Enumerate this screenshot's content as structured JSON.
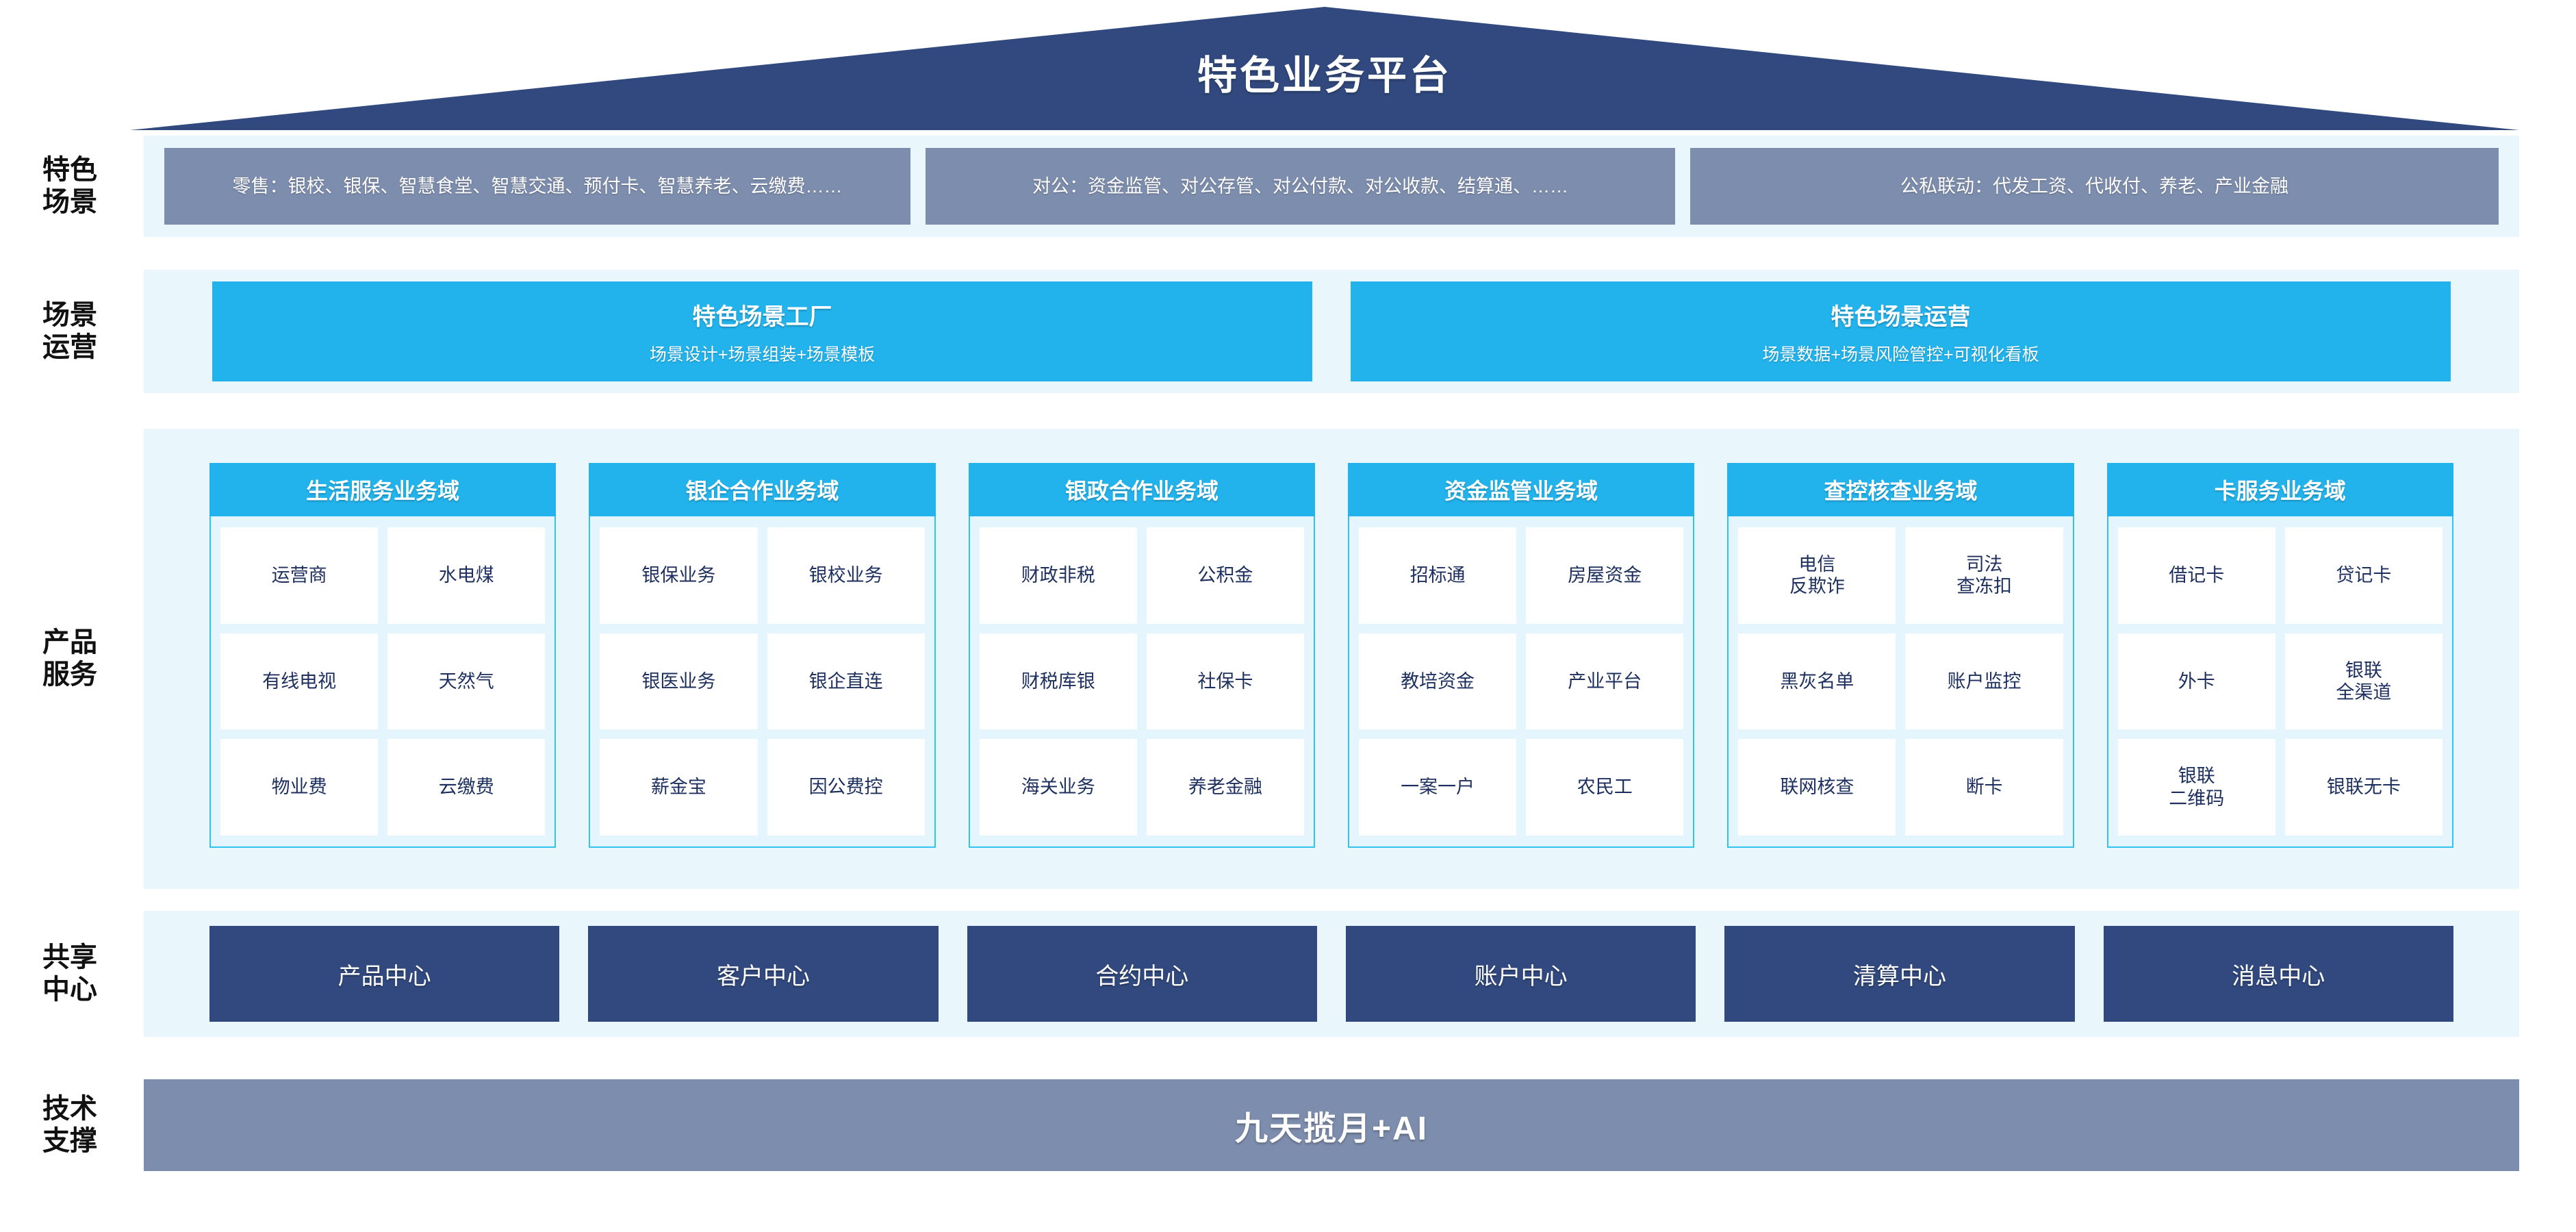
{
  "header": {
    "title": "特色业务平台",
    "roof_color": "#31497e"
  },
  "row_labels": {
    "scene": "特色\n场景",
    "operation": "场景\n运营",
    "product": "产品\n服务",
    "shared_center": "共享\n中心",
    "tech": "技术\n支撑"
  },
  "scenes": {
    "boxes": [
      {
        "text": "零售：银校、银保、智慧食堂、智慧交通、预付卡、智慧养老、云缴费……"
      },
      {
        "text": "对公：资金监管、对公存管、对公付款、对公收款、结算通、……"
      },
      {
        "text": "公私联动：代发工资、代收付、养老、产业金融"
      }
    ],
    "box_color": "#7d8dad"
  },
  "operations": {
    "boxes": [
      {
        "title": "特色场景工厂",
        "subtitle": "场景设计+场景组装+场景模板"
      },
      {
        "title": "特色场景运营",
        "subtitle": "场景数据+场景风险管控+可视化看板"
      }
    ],
    "box_color": "#22b3ec"
  },
  "product_domains": [
    {
      "title": "生活服务业务域",
      "rows": [
        [
          "运营商",
          "水电煤"
        ],
        [
          "有线电视",
          "天然气"
        ],
        [
          "物业费",
          "云缴费"
        ]
      ]
    },
    {
      "title": "银企合作业务域",
      "rows": [
        [
          "银保业务",
          "银校业务"
        ],
        [
          "银医业务",
          "银企直连"
        ],
        [
          "薪金宝",
          "因公费控"
        ]
      ]
    },
    {
      "title": "银政合作业务域",
      "rows": [
        [
          "财政非税",
          "公积金"
        ],
        [
          "财税库银",
          "社保卡"
        ],
        [
          "海关业务",
          "养老金融"
        ]
      ]
    },
    {
      "title": "资金监管业务域",
      "rows": [
        [
          "招标通",
          "房屋资金"
        ],
        [
          "教培资金",
          "产业平台"
        ],
        [
          "一案一户",
          "农民工"
        ]
      ]
    },
    {
      "title": "查控核查业务域",
      "rows": [
        [
          "电信\n反欺诈",
          "司法\n查冻扣"
        ],
        [
          "黑灰名单",
          "账户监控"
        ],
        [
          "联网核查",
          "断卡"
        ]
      ]
    },
    {
      "title": "卡服务业务域",
      "rows": [
        [
          "借记卡",
          "贷记卡"
        ],
        [
          "外卡",
          "银联\n全渠道"
        ],
        [
          "银联\n二维码",
          "银联无卡"
        ]
      ]
    }
  ],
  "shared_centers": {
    "boxes": [
      "产品中心",
      "客户中心",
      "合约中心",
      "账户中心",
      "清算中心",
      "消息中心"
    ],
    "box_color": "#31497e"
  },
  "tech_support": {
    "label": "九天揽月+AI",
    "box_color": "#7d8dad"
  },
  "palette": {
    "band_background": "#e9f7fd",
    "cyan": "#22b3ec",
    "navy": "#31497e",
    "slate": "#7d8dad",
    "tile_text": "#1c2f5e"
  }
}
